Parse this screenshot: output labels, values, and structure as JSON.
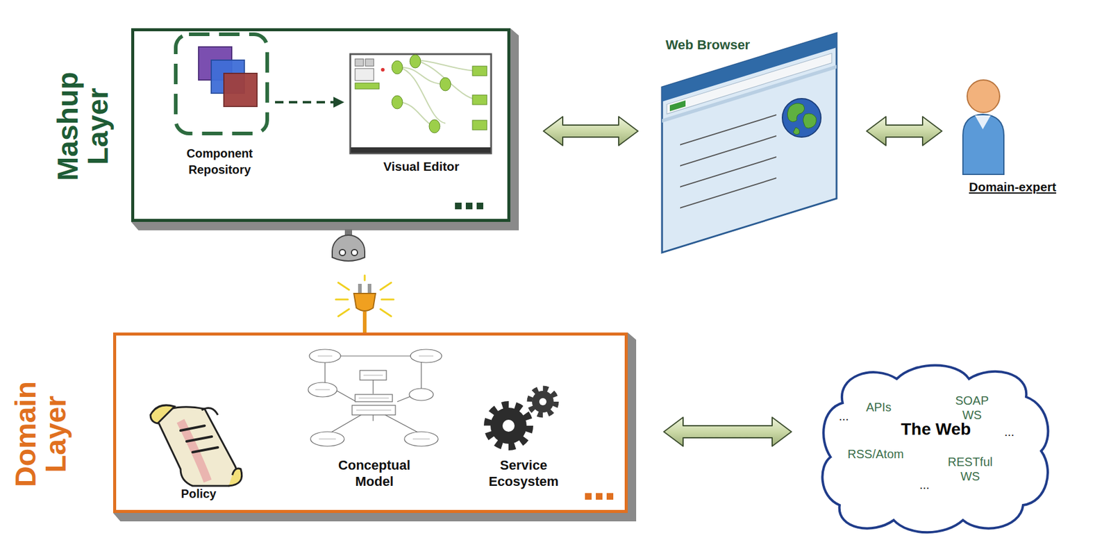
{
  "diagram": {
    "nodes": [
      {
        "text": [
          "Mashup Layer"
        ]
      },
      {
        "text": [
          "Component Repository"
        ],
        "in": 0
      },
      {
        "text": [
          "Visual Editor"
        ],
        "in": 0
      },
      {
        "text": [
          "Web Browser"
        ]
      },
      {
        "text": [
          "Domain-expert"
        ]
      },
      {
        "text": [
          "Domain Layer"
        ]
      },
      {
        "text": [
          "Policy"
        ],
        "in": 5
      },
      {
        "text": [
          "Conceptual Model"
        ],
        "in": 5
      },
      {
        "text": [
          "Service Ecosystem"
        ],
        "in": 5
      },
      {
        "text": [
          "The Web",
          "APIs",
          "SOAP WS",
          "RSS/Atom",
          "RESTful WS",
          "...",
          "...",
          "..."
        ]
      }
    ],
    "edges": [
      {
        "from": 1,
        "to": 2,
        "arrow": "to"
      },
      {
        "from": 0,
        "to": 3,
        "arrow": "both"
      },
      {
        "from": 3,
        "to": 4,
        "arrow": "both"
      },
      {
        "from": 5,
        "to": 9,
        "arrow": "both"
      }
    ]
  }
}
